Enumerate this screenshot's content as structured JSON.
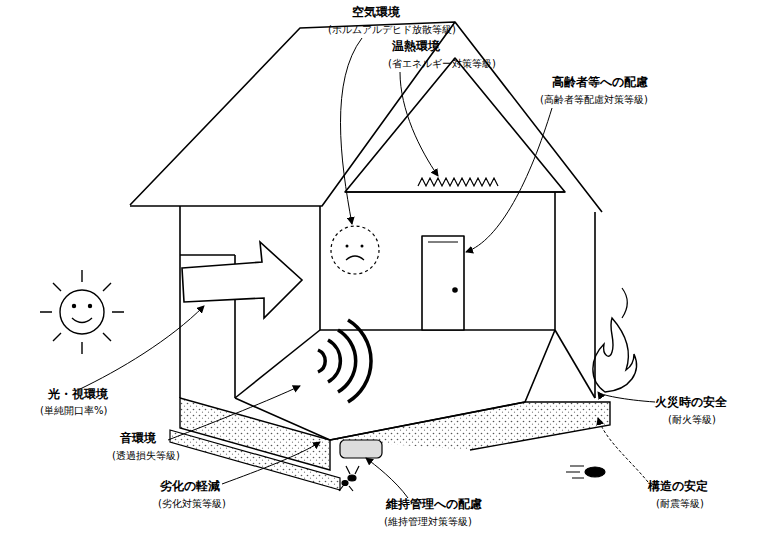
{
  "diagram": {
    "labels": [
      "空気環境",
      "(ホルムアルデヒド放散等級)",
      "温熱環境",
      "(省エネルギー対策等級)",
      "高齢者等への配慮",
      "(高齢者等配慮対策等級)",
      "光・視環境",
      "(単純開口率%)",
      "火災時の安全",
      "(耐火等級)",
      "音環境",
      "(透過損失等級)",
      "劣化の軽減",
      "(劣化対策等級)",
      "構造の安定",
      "(耐震等級)",
      "維持管理への配慮",
      "(維持管理対策等級)"
    ]
  }
}
